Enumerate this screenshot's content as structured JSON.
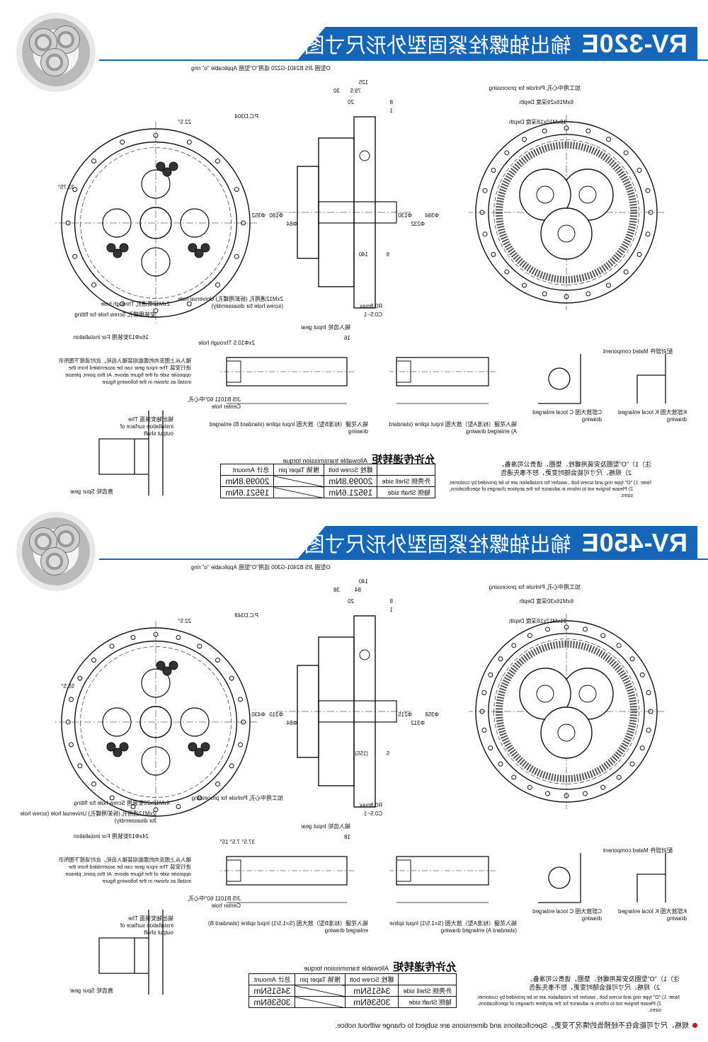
{
  "sections": [
    {
      "model": "RV-320E",
      "title_cn": "输出轴螺栓紧固型外形尺寸图",
      "labels": {
        "oring": "O型圈 JIS B2401-G220 适用\"O\"型圈 Applicable \"o\" ring",
        "pcd": "P.C.D304",
        "angle1": "22.5°",
        "angle2": "33.75°",
        "through": "2xM12贯通孔 Through hole",
        "screwhole": "安装用螺孔 Screw hole for fitting",
        "install": "16xΦ13安装用 For installation",
        "through2": "2xΦ10.5 Through hole",
        "universal": "2xM12通用孔 (拆卸用螺孔) Universal hole (screw hole for disassembly)",
        "processing": "加工用中心孔 Pinhole for processing",
        "depth1": "6xM16x29深度 Depth",
        "depth2": "18xM10x18深度 Depth",
        "input_gear": "输入齿轮 Input gear",
        "dims": [
          "125",
          "79.5",
          "30",
          "20",
          "8",
          "1",
          "140",
          "6",
          "Φ352",
          "Φ180",
          "Φ84",
          "Φ130",
          "Φ232",
          "Φ384",
          "R0.8max",
          "C0.5~1",
          "16"
        ],
        "drawA": "输入花键（标准A型）放大图 Input spline (standard A) enlarged drawing",
        "drawB": "输入花键（标准B型）放大图 Input spline (standard B) enlarged drawing",
        "drawC": "C部放大图 C local enlarged drawing",
        "drawK": "K部放大图 K local enlarged drawing",
        "mated": "配对部件 Mated component",
        "center": "JIS B1011 60°中心孔 Center hole",
        "output_surface": "输出轴安装面 The installation surface of output shaft",
        "spur": "直齿轮 Spur gear",
        "input_para": "输入从上图反向的面能组装输入齿轮。此时请按下图所示进行安装 The input gear can be assembled from the opposite side of the figure above. At this point, please install as shown in the following figure"
      },
      "torque": {
        "title_cn": "允许传递转矩",
        "title_en": "Allowable transmission torque",
        "headers": [
          "",
          "螺栓 Screw bolt",
          "推销 Taper pin",
          "总计 Amount"
        ],
        "rows": [
          [
            "外壳侧 Shell side",
            "20099.8Nm",
            "",
            "20099.8Nm"
          ],
          [
            "轴侧 Shaft side",
            "19521.6Nm",
            "",
            "19521.6Nm"
          ]
        ]
      },
      "notes": {
        "cn": [
          "注）1）\"O\"型圈及安装用螺栓、垫圈，请贵公司准备。",
          "2）规格、尺寸可能会随时变更，恕不事先通告"
        ],
        "en": [
          "Note: 1) \"O\" type ring and screw bolt , washer for installation are to be provided by customer.",
          "2) Please forgive not to inform in advance for the anytime changes of specifications, sizes."
        ]
      }
    },
    {
      "model": "RV-450E",
      "title_cn": "输出轴螺栓紧固型外形尺寸图",
      "labels": {
        "oring": "O型圈 JIS B2401-G300 适用\"O\"型圈 Applicable \"o\" ring",
        "pcd": "P.C.D348",
        "angle1": "22.5°",
        "angle2": "55.5°",
        "through": "4xM12x20安装用 Screw hole for fitting",
        "screwhole": "2xM12通用孔 (拆卸用螺孔) Universal hole (screw hole for disassembly)",
        "install": "24xΦ13安装用 For installation",
        "through2": "37.5° 7.5° 15°",
        "universal": "加工用中心孔 Pinhole for processing",
        "processing": "加工用中心孔 Pinhole for processing",
        "depth1": "6xM16x30深度 Depth",
        "depth2": "21xM12x18深度 Depth",
        "input_gear": "输入齿轮 Input gear",
        "dims": [
          "140",
          "84",
          "38",
          "20",
          "8",
          "1",
          "(155)",
          "5",
          "Φ430",
          "Φ310",
          "Φ84",
          "Φ215",
          "Φ312",
          "Φ358",
          "R0.8max",
          "C0.5~1",
          "18"
        ],
        "drawA": "输入花键（标准A型）放大图 (S=1.5/1) Input spline (standard A) enlarged drawing",
        "drawB": "输入花键（标准B型）放大图 (S=1.5/1) Input spline (standard B) enlarged drawing",
        "drawC": "C部放大图 C local enlarged drawing",
        "drawK": "K部放大图 K local enlarged drawing",
        "mated": "配对部件 Mated component",
        "center": "JIS B1011 60°中心孔 Center hole",
        "output_surface": "输出轴安装面 The installation surface of output shaft",
        "spur": "直齿轮 Spur gear",
        "input_para": "输入从上图反向的面能组装输入齿轮。此时请按下图所示进行安装 The input gear can be assembled from the opposite side of the figure above. At this point, please install as shown in the following figure"
      },
      "torque": {
        "title_cn": "允许传递转矩",
        "title_en": "Allowable transmission torque",
        "headers": [
          "",
          "螺栓 Screw bolt",
          "推销 Taper pin",
          "总计 Amount"
        ],
        "rows": [
          [
            "外壳侧 Shell side",
            "34515Nm",
            "",
            "34515Nm"
          ],
          [
            "轴侧 Shaft side",
            "30536Nm",
            "",
            "30536Nm"
          ]
        ]
      },
      "notes": {
        "cn": [
          "注）1）\"O\"型圈及安装用螺栓、垫圈，请贵公司准备。",
          "2）规格、尺寸可能会随时变更，恕不事先通告"
        ],
        "en": [
          "Note: 1) \"O\" type ring and screw bolt , washer for installation are to be provided by customer.",
          "2) Please forgive not to inform in advance for the anytime changes of specifications, sizes."
        ]
      }
    }
  ],
  "footer": "规格、尺寸可能会在不经预告的情况下变更。Specifications and dimensions are subject to change without notice.",
  "colors": {
    "brand": "#1565b8",
    "accent": "#d0101a"
  }
}
